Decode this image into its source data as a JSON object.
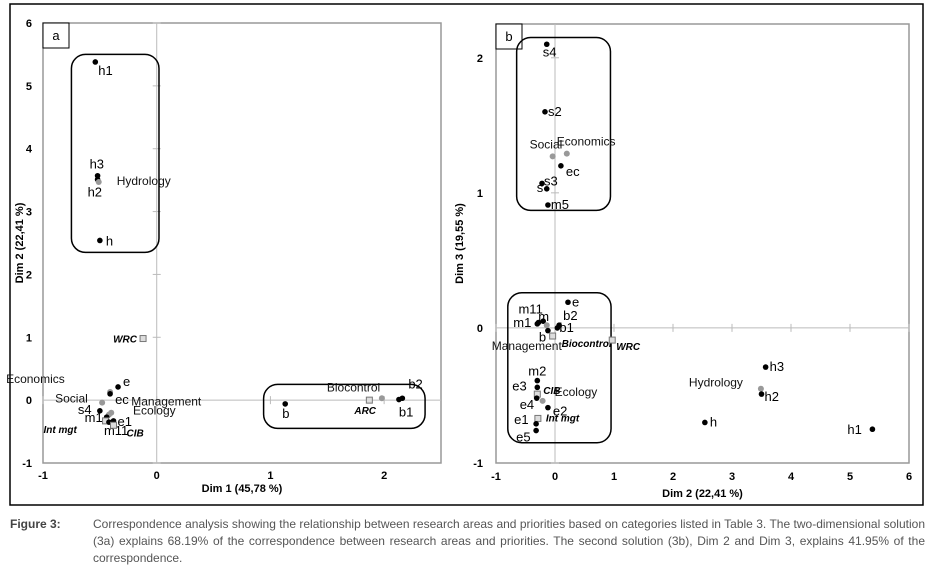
{
  "chart_data": [
    {
      "type": "scatter",
      "panel_label": "a",
      "xlabel": "Dim 1 (45,78 %)",
      "ylabel": "Dim 2 (22,41 %)",
      "xlim": [
        -1,
        2.5
      ],
      "ylim": [
        -1,
        6
      ],
      "xticks": [
        "-1",
        "0",
        "1",
        "2"
      ],
      "yticks": [
        "-1",
        "0",
        "1",
        "2",
        "3",
        "4",
        "5",
        "6"
      ],
      "grid": false,
      "points": [
        {
          "label": "h1",
          "x": -0.54,
          "y": 5.38,
          "kind": "row"
        },
        {
          "label": "h3",
          "x": -0.52,
          "y": 3.57,
          "kind": "row"
        },
        {
          "label": "h2",
          "x": -0.52,
          "y": 3.51,
          "kind": "row"
        },
        {
          "label": "Hydrology",
          "x": -0.51,
          "y": 3.47,
          "kind": "category"
        },
        {
          "label": "h",
          "x": -0.5,
          "y": 2.54,
          "kind": "row"
        },
        {
          "label": "WRC",
          "x": -0.12,
          "y": 0.98,
          "kind": "supplementary"
        },
        {
          "label": "e",
          "x": -0.34,
          "y": 0.21,
          "kind": "row"
        },
        {
          "label": "Economics",
          "x": -0.41,
          "y": 0.13,
          "kind": "category"
        },
        {
          "label": "ec",
          "x": -0.41,
          "y": 0.1,
          "kind": "row"
        },
        {
          "label": "Social",
          "x": -0.48,
          "y": -0.04,
          "kind": "category"
        },
        {
          "label": "Management",
          "x": -0.4,
          "y": -0.2,
          "kind": "category"
        },
        {
          "label": "s4",
          "x": -0.5,
          "y": -0.17,
          "kind": "row"
        },
        {
          "label": "Ecology",
          "x": -0.42,
          "y": -0.23,
          "kind": "category"
        },
        {
          "label": "m1",
          "x": -0.44,
          "y": -0.27,
          "kind": "row"
        },
        {
          "label": "Int mgt",
          "x": -0.45,
          "y": -0.33,
          "kind": "supplementary"
        },
        {
          "label": "e1",
          "x": -0.38,
          "y": -0.33,
          "kind": "row"
        },
        {
          "label": "m11",
          "x": -0.42,
          "y": -0.35,
          "kind": "row"
        },
        {
          "label": "CIB",
          "x": -0.38,
          "y": -0.4,
          "kind": "supplementary"
        },
        {
          "label": "b",
          "x": 1.13,
          "y": -0.06,
          "kind": "row"
        },
        {
          "label": "ARC",
          "x": 1.87,
          "y": 0.0,
          "kind": "supplementary"
        },
        {
          "label": "Biocontrol",
          "x": 1.98,
          "y": 0.03,
          "kind": "category"
        },
        {
          "label": "b2",
          "x": 2.16,
          "y": 0.03,
          "kind": "row"
        },
        {
          "label": "b1",
          "x": 2.13,
          "y": 0.01,
          "kind": "row"
        }
      ]
    },
    {
      "type": "scatter",
      "panel_label": "b",
      "xlabel": "Dim 2 (22,41 %)",
      "ylabel": "Dim 3 (19,55 %)",
      "xlim": [
        -1,
        6
      ],
      "ylim": [
        -1,
        2.25
      ],
      "xticks": [
        "-1",
        "0",
        "1",
        "2",
        "3",
        "4",
        "5",
        "6"
      ],
      "yticks": [
        "-1",
        "0",
        "1",
        "2"
      ],
      "grid": false,
      "points": [
        {
          "label": "s4",
          "x": -0.14,
          "y": 2.1,
          "kind": "row"
        },
        {
          "label": "s2",
          "x": -0.17,
          "y": 1.6,
          "kind": "row"
        },
        {
          "label": "Social",
          "x": -0.04,
          "y": 1.27,
          "kind": "category"
        },
        {
          "label": "Economics",
          "x": 0.2,
          "y": 1.29,
          "kind": "category"
        },
        {
          "label": "ec",
          "x": 0.1,
          "y": 1.2,
          "kind": "row"
        },
        {
          "label": "s3",
          "x": -0.22,
          "y": 1.07,
          "kind": "row"
        },
        {
          "label": "s",
          "x": -0.14,
          "y": 1.03,
          "kind": "row"
        },
        {
          "label": "m5",
          "x": -0.12,
          "y": 0.91,
          "kind": "row"
        },
        {
          "label": "e",
          "x": 0.22,
          "y": 0.19,
          "kind": "row"
        },
        {
          "label": "m11",
          "x": -0.28,
          "y": 0.04,
          "kind": "row"
        },
        {
          "label": "m1",
          "x": -0.3,
          "y": 0.03,
          "kind": "row"
        },
        {
          "label": "m",
          "x": -0.2,
          "y": 0.05,
          "kind": "row"
        },
        {
          "label": "b2",
          "x": 0.07,
          "y": 0.02,
          "kind": "row"
        },
        {
          "label": "Management",
          "x": -0.14,
          "y": 0.02,
          "kind": "category"
        },
        {
          "label": "b1",
          "x": 0.04,
          "y": 0.0,
          "kind": "row"
        },
        {
          "label": "b",
          "x": -0.12,
          "y": -0.02,
          "kind": "row"
        },
        {
          "label": "Biocontrol",
          "x": -0.04,
          "y": -0.06,
          "kind": "supplementary"
        },
        {
          "label": "WRC",
          "x": 0.97,
          "y": -0.09,
          "kind": "supplementary"
        },
        {
          "label": "m2",
          "x": -0.3,
          "y": -0.39,
          "kind": "row"
        },
        {
          "label": "e3",
          "x": -0.3,
          "y": -0.44,
          "kind": "row"
        },
        {
          "label": "CIB",
          "x": -0.3,
          "y": -0.49,
          "kind": "supplementary"
        },
        {
          "label": "e4",
          "x": -0.31,
          "y": -0.52,
          "kind": "row"
        },
        {
          "label": "Ecology",
          "x": -0.21,
          "y": -0.54,
          "kind": "category"
        },
        {
          "label": "e2",
          "x": -0.12,
          "y": -0.59,
          "kind": "row"
        },
        {
          "label": "Int mgt",
          "x": -0.29,
          "y": -0.67,
          "kind": "supplementary"
        },
        {
          "label": "e1",
          "x": -0.32,
          "y": -0.71,
          "kind": "row"
        },
        {
          "label": "e5",
          "x": -0.32,
          "y": -0.76,
          "kind": "row"
        },
        {
          "label": "h3",
          "x": 3.57,
          "y": -0.29,
          "kind": "row"
        },
        {
          "label": "Hydrology",
          "x": 3.49,
          "y": -0.45,
          "kind": "category"
        },
        {
          "label": "h2",
          "x": 3.5,
          "y": -0.49,
          "kind": "row"
        },
        {
          "label": "h",
          "x": 2.54,
          "y": -0.7,
          "kind": "row"
        },
        {
          "label": "h1",
          "x": 5.38,
          "y": -0.75,
          "kind": "row"
        }
      ]
    }
  ],
  "caption": {
    "label": "Figure 3:",
    "text": "Correspondence analysis showing the relationship between research areas and priorities based on categories listed in Table 3. The two-dimensional solution (3a) explains 68.19% of the correspondence between research areas and priorities. The second solution (3b), Dim 2 and Dim 3, explains 41.95% of the correspondence."
  }
}
